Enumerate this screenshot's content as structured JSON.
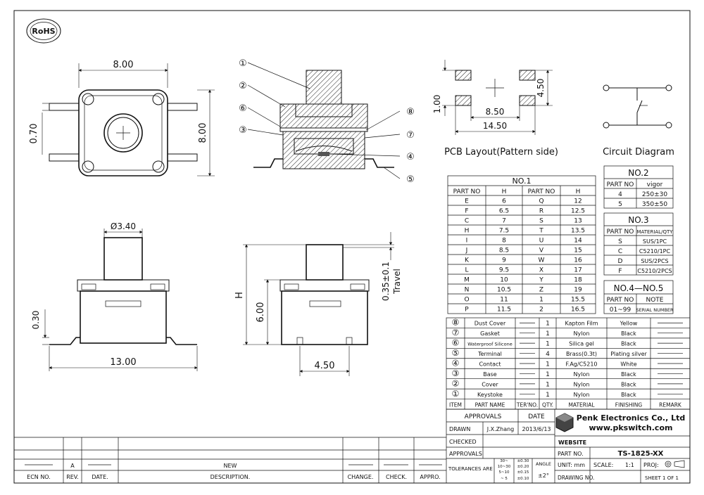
{
  "rohs": {
    "label": "RoHS"
  },
  "top_view": {
    "width": "8.00",
    "height": "8.00",
    "pin_pitch": "0.70"
  },
  "section": {
    "callouts": [
      "①",
      "②",
      "⑥",
      "③",
      "⑧",
      "⑦",
      "④",
      "⑤"
    ]
  },
  "side_view": {
    "diameter": "Ø3.40",
    "foot": "0.30",
    "length": "13.00"
  },
  "front_view": {
    "h_label": "H",
    "body": "6.00",
    "travel": "0.35±0.1",
    "travel_label": "Travel",
    "width": "4.50"
  },
  "pcb": {
    "title": "PCB Layout(Pattern side)",
    "d1": "1.00",
    "d2": "4.50",
    "d3": "8.50",
    "d4": "14.50"
  },
  "circuit": {
    "title": "Circuit Diagram"
  },
  "no1": {
    "title": "NO.1",
    "headers": [
      "PART NO",
      "H",
      "PART NO",
      "H"
    ],
    "rows": [
      [
        "E",
        "6",
        "Q",
        "12"
      ],
      [
        "F",
        "6.5",
        "R",
        "12.5"
      ],
      [
        "C",
        "7",
        "S",
        "13"
      ],
      [
        "H",
        "7.5",
        "T",
        "13.5"
      ],
      [
        "I",
        "8",
        "U",
        "14"
      ],
      [
        "J",
        "8.5",
        "V",
        "15"
      ],
      [
        "K",
        "9",
        "W",
        "16"
      ],
      [
        "L",
        "9.5",
        "X",
        "17"
      ],
      [
        "M",
        "10",
        "Y",
        "18"
      ],
      [
        "N",
        "10.5",
        "Z",
        "19"
      ],
      [
        "O",
        "11",
        "1",
        "15.5"
      ],
      [
        "P",
        "11.5",
        "2",
        "16.5"
      ]
    ]
  },
  "no2": {
    "title": "NO.2",
    "headers": [
      "PART NO",
      "vigor"
    ],
    "rows": [
      [
        "4",
        "250±30"
      ],
      [
        "5",
        "350±50"
      ]
    ]
  },
  "no3": {
    "title": "NO.3",
    "headers": [
      "PART NO",
      "MATERIAL/QTY"
    ],
    "rows": [
      [
        "S",
        "SUS/1PC"
      ],
      [
        "C",
        "C5210/1PC"
      ],
      [
        "D",
        "SUS/2PCS"
      ],
      [
        "F",
        "C5210/2PCS"
      ]
    ]
  },
  "no45": {
    "title": "NO.4—NO.5",
    "headers": [
      "PART NO",
      "NOTE"
    ],
    "rows": [
      [
        "01~99",
        "SERIAL NUMBER"
      ]
    ]
  },
  "bom": {
    "rows": [
      [
        "⑧",
        "Dust Cover",
        "——",
        "1",
        "Kapton Film",
        "Yellow",
        "——"
      ],
      [
        "⑦",
        "Gasket",
        "——",
        "1",
        "Nylon",
        "Black",
        "——"
      ],
      [
        "⑥",
        "Waterproof Silicone",
        "——",
        "1",
        "Silica gel",
        "Black",
        "——"
      ],
      [
        "⑤",
        "Terminal",
        "——",
        "4",
        "Brass(0.3t)",
        "Plating silver",
        "——"
      ],
      [
        "④",
        "Contact",
        "——",
        "1",
        "F.Ag/C5210",
        "White",
        "——"
      ],
      [
        "③",
        "Base",
        "——",
        "1",
        "Nylon",
        "Black",
        "——"
      ],
      [
        "②",
        "Cover",
        "——",
        "1",
        "Nylon",
        "Black",
        "——"
      ],
      [
        "①",
        "Keystoke",
        "——",
        "1",
        "Nylon",
        "Black",
        "——"
      ]
    ],
    "headers": [
      "ITEM",
      "PART NAME",
      "TER'NO.",
      "QTY.",
      "MATERIAL",
      "FINISHING",
      "REMARK"
    ]
  },
  "title_block": {
    "approvals": "APPROVALS",
    "date": "DATE",
    "drawn": "DRAWN",
    "drawn_by": "J.X.Zhang",
    "drawn_date": "2013/6/13",
    "checked": "CHECKED",
    "approvals2": "APPROVALS",
    "company": "Penk Electronics Co., Ltd",
    "url": "www.pkswitch.com",
    "website": "WEBSITE",
    "part_no_label": "PART NO.",
    "part_no": "TS-1825-XX",
    "tolerances": "TOLERANCES ARE",
    "tol_rows": [
      [
        "30~ ",
        "±0.30"
      ],
      [
        "10~30",
        "±0.20"
      ],
      [
        "5~10",
        "±0.15"
      ],
      [
        "~ 5",
        "±0.10"
      ]
    ],
    "angle": "ANGLE",
    "angle_val": "±2°",
    "unit": "UNIT: mm",
    "scale": "SCALE:",
    "scale_val": "1:1",
    "proj": "PROJ:",
    "drawing_no": "DRAWING NO.",
    "sheet": "SHEET   1  OF  1"
  },
  "revision": {
    "rev_value": "A",
    "new_value": "NEW",
    "headers": [
      "ECN NO.",
      "REV.",
      "DATE.",
      "DESCRIPTION.",
      "CHANGE.",
      "CHECK.",
      "APPRO."
    ]
  }
}
